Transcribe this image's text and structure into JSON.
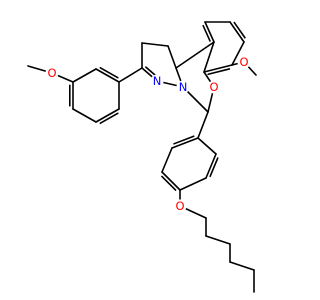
{
  "structure": {
    "atoms": [
      {
        "id": "O_left_methoxy",
        "symbol": "O",
        "color": "#ff0000"
      },
      {
        "id": "O_right_methoxy",
        "symbol": "O",
        "color": "#ff0000"
      },
      {
        "id": "O_ring",
        "symbol": "O",
        "color": "#ff0000"
      },
      {
        "id": "N_imine",
        "symbol": "N",
        "color": "#0000ff"
      },
      {
        "id": "N_ring",
        "symbol": "N",
        "color": "#0000ff"
      },
      {
        "id": "O_hexyloxy",
        "symbol": "O",
        "color": "#ff0000"
      }
    ],
    "bond_color": "#000000"
  }
}
